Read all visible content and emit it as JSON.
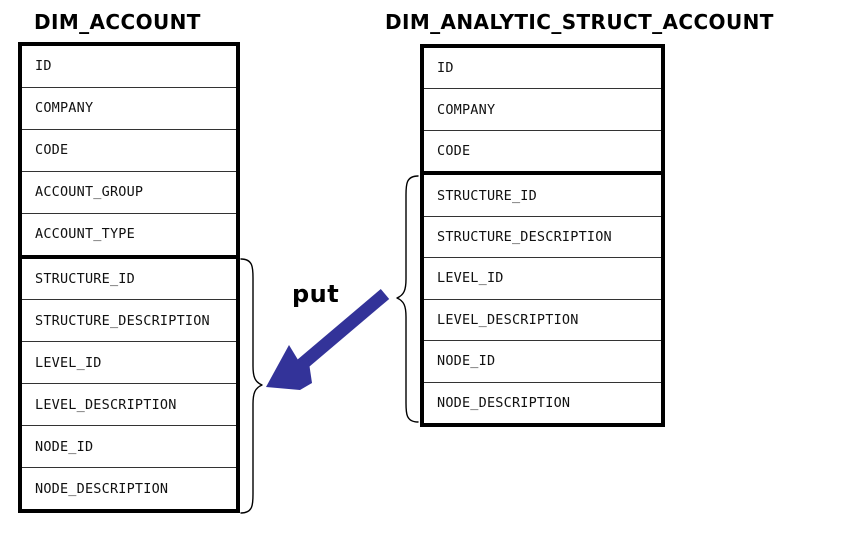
{
  "diagram": {
    "type": "entity-relationship-mapping",
    "annotation_label": "put",
    "arrow_color": "#333399",
    "brace_color": "#000000",
    "background": "#ffffff",
    "text_color": "#000000"
  },
  "tables": [
    {
      "id": "dim-account",
      "title": "DIM_ACCOUNT",
      "rows": [
        {
          "label": "ID",
          "group": "base"
        },
        {
          "label": "COMPANY",
          "group": "base"
        },
        {
          "label": "CODE",
          "group": "base"
        },
        {
          "label": "ACCOUNT_GROUP",
          "group": "base"
        },
        {
          "label": "ACCOUNT_TYPE",
          "group": "base"
        },
        {
          "label": "STRUCTURE_ID",
          "group": "merged"
        },
        {
          "label": "STRUCTURE_DESCRIPTION",
          "group": "merged"
        },
        {
          "label": "LEVEL_ID",
          "group": "merged"
        },
        {
          "label": "LEVEL_DESCRIPTION",
          "group": "merged"
        },
        {
          "label": "NODE_ID",
          "group": "merged"
        },
        {
          "label": "NODE_DESCRIPTION",
          "group": "merged"
        }
      ]
    },
    {
      "id": "dim-analytic-struct-account",
      "title": "DIM_ANALYTIC_STRUCT_ACCOUNT",
      "rows": [
        {
          "label": "ID",
          "group": "base"
        },
        {
          "label": "COMPANY",
          "group": "base"
        },
        {
          "label": "CODE",
          "group": "base"
        },
        {
          "label": "STRUCTURE_ID",
          "group": "source"
        },
        {
          "label": "STRUCTURE_DESCRIPTION",
          "group": "source"
        },
        {
          "label": "LEVEL_ID",
          "group": "source"
        },
        {
          "label": "LEVEL_DESCRIPTION",
          "group": "source"
        },
        {
          "label": "NODE_ID",
          "group": "source"
        },
        {
          "label": "NODE_DESCRIPTION",
          "group": "source"
        }
      ]
    }
  ]
}
